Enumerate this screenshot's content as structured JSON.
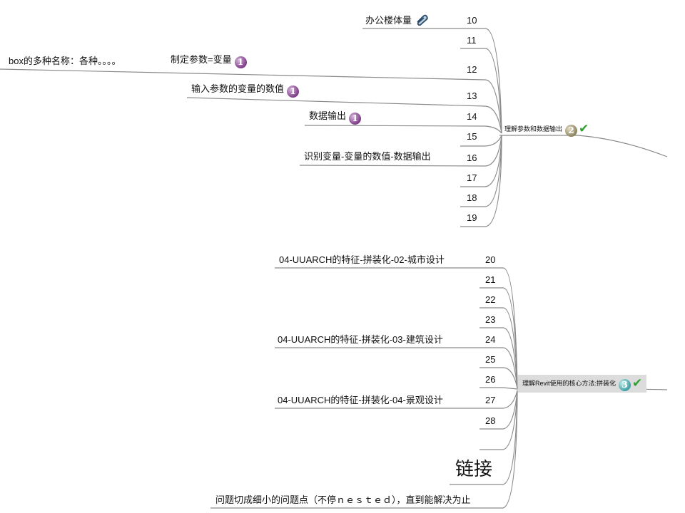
{
  "hub1": {
    "label": "理解参数和数据输出",
    "badge": "2"
  },
  "hub2": {
    "label": "理解Revit使用的核心方法:拼装化",
    "badge": "3"
  },
  "group1": {
    "numbers": [
      "10",
      "11",
      "12",
      "13",
      "14",
      "15",
      "16",
      "17",
      "18",
      "19"
    ],
    "office": "办公楼体量",
    "box_names": "box的多种名称：各种。。。。",
    "param_def": "制定参数=变量",
    "param_input": "输入参数的变量的数值",
    "data_output": "数据输出",
    "identify": "识别变量-变量的数值-数据输出",
    "badge": "1"
  },
  "group2": {
    "numbers": [
      "20",
      "21",
      "22",
      "23",
      "24",
      "25",
      "26",
      "27",
      "28"
    ],
    "urban": "04-UUARCH的特征-拼装化-02-城市设计",
    "arch": "04-UUARCH的特征-拼装化-03-建筑设计",
    "landscape": "04-UUARCH的特征-拼装化-04-景观设计",
    "link": "链接",
    "nested": "问题切成细小的问题点（不停ｎｅｓｔｅｄ），直到能解决为止"
  },
  "colors": {
    "line": "#8a8a8a",
    "check": "#2ea02e",
    "hub2_bg": "#dcdcdc"
  },
  "icons": [
    "paperclip-icon",
    "priority-1-icon",
    "priority-2-icon",
    "priority-3-icon",
    "checkmark-icon"
  ]
}
